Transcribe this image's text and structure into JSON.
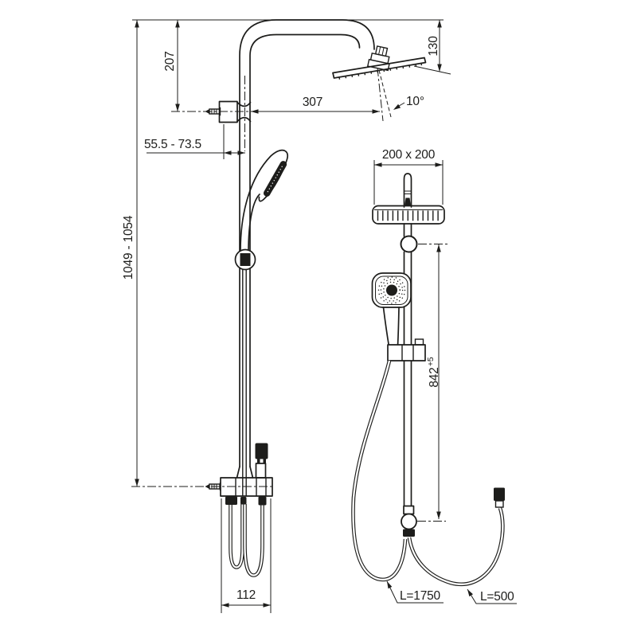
{
  "title": "Shower column technical drawing, two views with dimensions",
  "colors": {
    "ink": "#1d1d1b",
    "paper": "#ffffff"
  },
  "labels": {
    "arm_height": "207",
    "head_drop": "130",
    "arm_reach": "307",
    "spray_angle": "10°",
    "wall_clearance": "55.5 - 73.5",
    "total_height": "1049 - 1054",
    "base_depth": "112",
    "head_size": "200 x 200",
    "rail_length": "842",
    "rail_length_tolerance": "+5",
    "hose_long_length": "L=1750",
    "hose_short_length": "L=500"
  }
}
